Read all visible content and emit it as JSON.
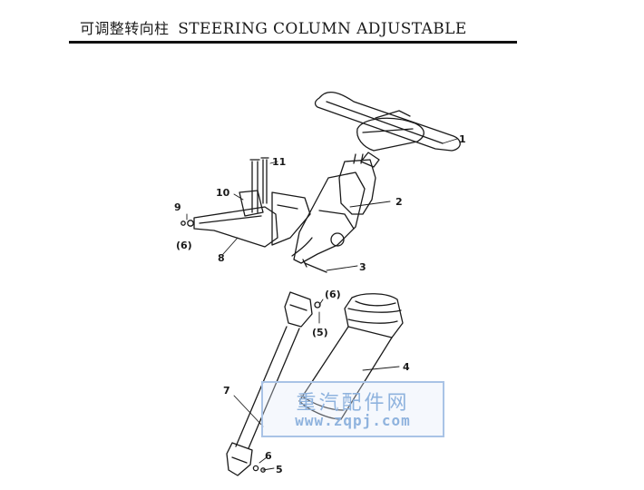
{
  "header": {
    "title_cn": "可调整转向柱",
    "title_en": "STEERING COLUMN ADJUSTABLE"
  },
  "callouts": {
    "c1": "1",
    "c2": "2",
    "c3": "3",
    "c4": "4",
    "c5a": "(5)",
    "c5b": "5",
    "c6a": "(6)",
    "c6b": "(6)",
    "c6c": "6",
    "c7": "7",
    "c8": "8",
    "c9": "9",
    "c10": "10",
    "c11": "11"
  },
  "watermark": {
    "cn": "重汽配件网",
    "url": "www.zqpj.com",
    "color": "#8fb3de"
  }
}
